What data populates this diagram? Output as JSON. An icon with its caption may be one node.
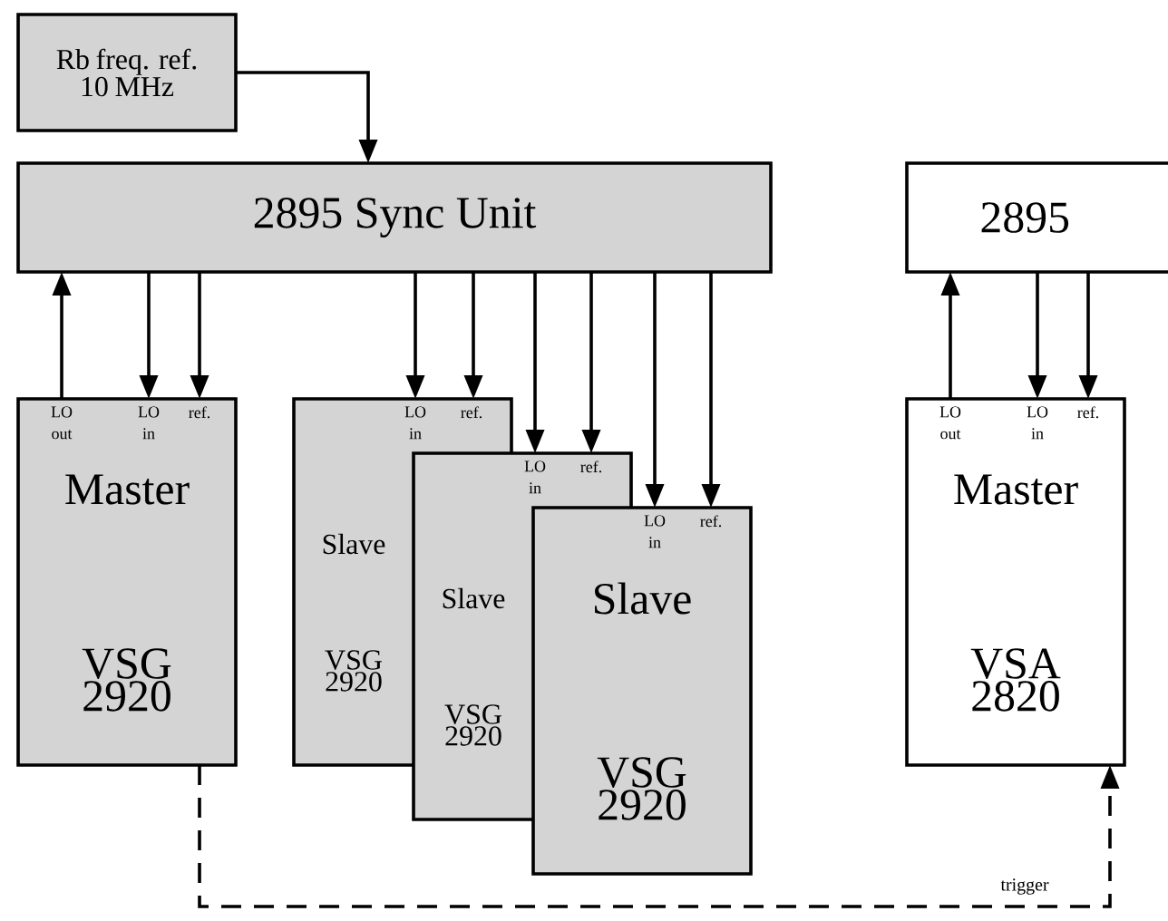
{
  "diagram": {
    "nodes": [
      {
        "text": [
          "Rb freq. ref. 10 MHz"
        ]
      },
      {
        "text": [
          "2895 Sync Unit"
        ]
      },
      {
        "text": [
          "LO out",
          "LO in",
          "ref.",
          "Master",
          "VSG 2920"
        ]
      },
      {
        "text": [
          "LO in",
          "ref.",
          "Slave",
          "VSG 2920"
        ]
      },
      {
        "text": [
          "LO in",
          "ref.",
          "Slave",
          "VSG 2920"
        ]
      },
      {
        "text": [
          "LO in",
          "ref.",
          "Slave",
          "VSG 2920"
        ]
      },
      {
        "text": [
          "2895"
        ]
      },
      {
        "text": [
          "LO out",
          "LO in",
          "ref.",
          "Master",
          "VSA 2820"
        ]
      }
    ],
    "edges": [
      {
        "from": 0,
        "to": 1,
        "arrow": "to"
      },
      {
        "from": 2,
        "to": 1,
        "arrow": "to"
      },
      {
        "from": 1,
        "to": 2,
        "arrow": "to"
      },
      {
        "from": 1,
        "to": 2,
        "arrow": "to"
      },
      {
        "from": 1,
        "to": 3,
        "arrow": "to"
      },
      {
        "from": 1,
        "to": 3,
        "arrow": "to"
      },
      {
        "from": 1,
        "to": 4,
        "arrow": "to"
      },
      {
        "from": 1,
        "to": 4,
        "arrow": "to"
      },
      {
        "from": 1,
        "to": 5,
        "arrow": "to"
      },
      {
        "from": 1,
        "to": 5,
        "arrow": "to"
      },
      {
        "from": 7,
        "to": 6,
        "arrow": "to"
      },
      {
        "from": 6,
        "to": 7,
        "arrow": "to"
      },
      {
        "from": 6,
        "to": 7,
        "arrow": "to"
      },
      {
        "from": 2,
        "to": 7,
        "arrow": "to",
        "style": "dashed",
        "label": "trigger"
      }
    ]
  }
}
